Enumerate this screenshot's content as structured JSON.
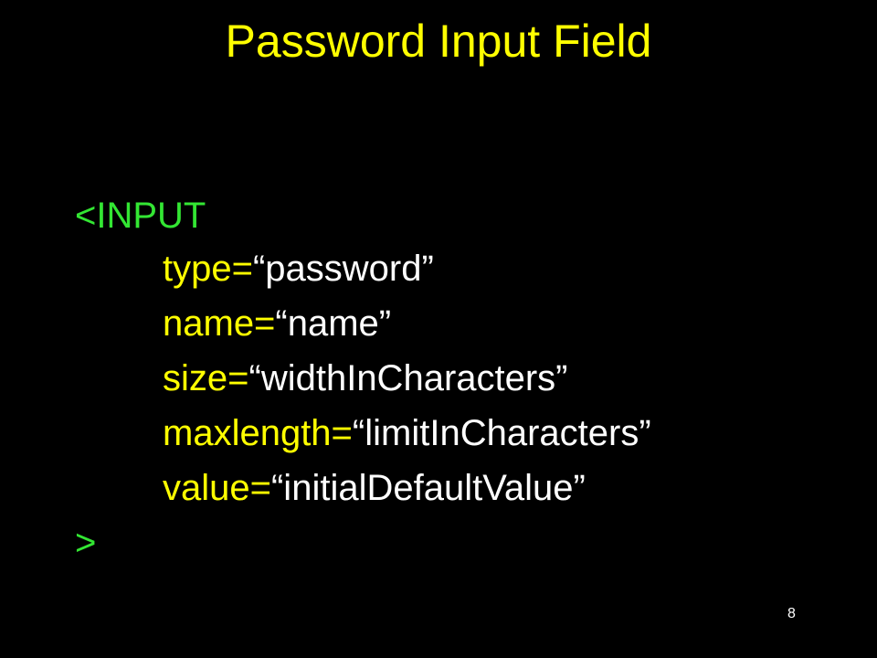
{
  "slide": {
    "title": "Password Input Field",
    "tag_open": "<INPUT",
    "tag_close": ">",
    "attributes": [
      {
        "name": "type=",
        "value": "“password”"
      },
      {
        "name": "name=",
        "value": "“name”"
      },
      {
        "name": "size=",
        "value": "“widthInCharacters”"
      },
      {
        "name": "maxlength=",
        "value": "“limitInCharacters”"
      },
      {
        "name": "value=",
        "value": "“initialDefaultValue”"
      }
    ],
    "page_number": "8"
  },
  "colors": {
    "background": "#000000",
    "title": "#ffff00",
    "tag": "#33e633",
    "attribute_name": "#ffff00",
    "attribute_value": "#ffffff"
  }
}
